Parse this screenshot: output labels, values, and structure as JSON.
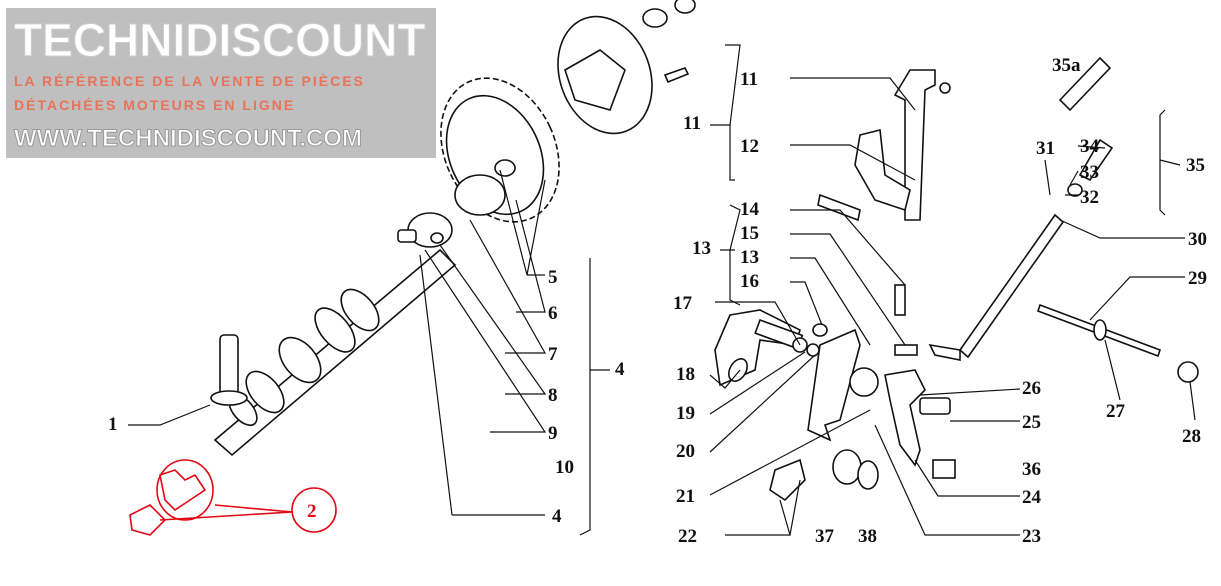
{
  "diagram": {
    "labels": {
      "l1": "1",
      "l2": "2",
      "l4a": "4",
      "l4b": "4",
      "l5": "5",
      "l6": "6",
      "l7": "7",
      "l8": "8",
      "l9": "9",
      "l10": "10",
      "l11a": "11",
      "l11b": "11",
      "l12": "12",
      "l13a": "13",
      "l13b": "13",
      "l14": "14",
      "l15": "15",
      "l16": "16",
      "l17": "17",
      "l18": "18",
      "l19": "19",
      "l20": "20",
      "l21": "21",
      "l22": "22",
      "l23": "23",
      "l24": "24",
      "l25": "25",
      "l26": "26",
      "l27": "27",
      "l28": "28",
      "l29": "29",
      "l30": "30",
      "l31": "31",
      "l32": "32",
      "l33": "33",
      "l34": "34",
      "l35": "35",
      "l35a": "35a",
      "l36": "36",
      "l37": "37",
      "l38": "38"
    },
    "highlight_color": "#e30613"
  },
  "watermark": {
    "brand": "TECHNIDISCOUNT",
    "line1": "LA RÉFÉRENCE DE LA VENTE DE PIÈCES",
    "line2": "DÉTACHÉES MOTEURS EN LIGNE",
    "url": "WWW.TECHNIDISCOUNT.COM"
  }
}
